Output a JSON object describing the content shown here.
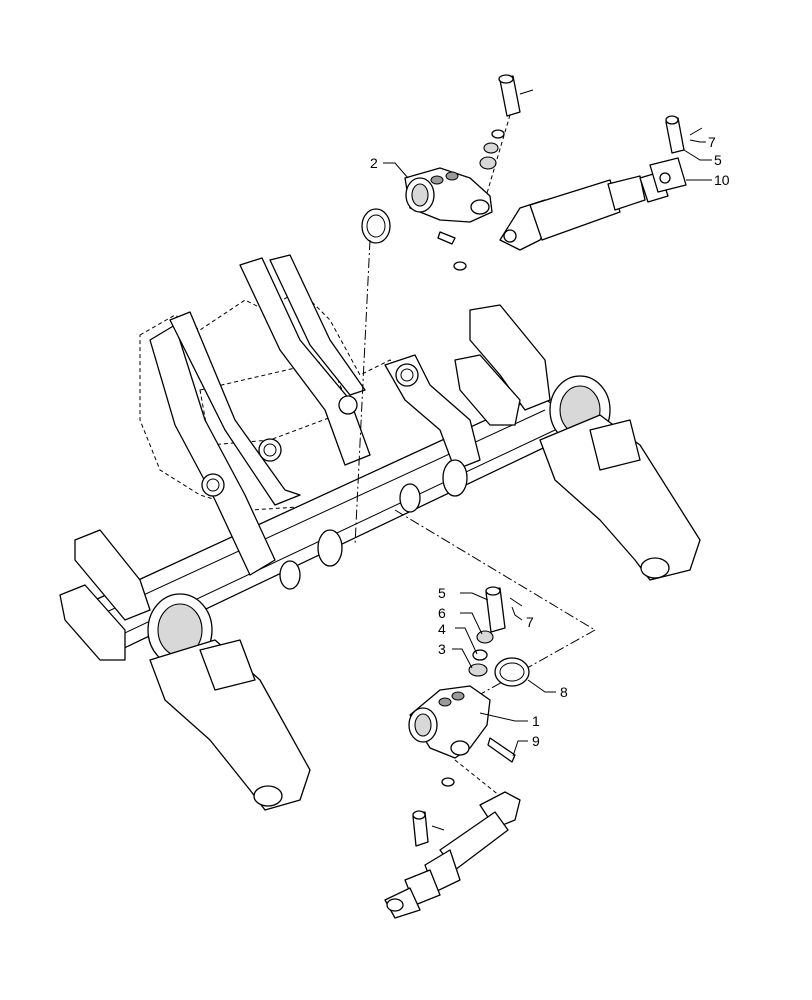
{
  "callouts": [
    {
      "id": "c2",
      "text": "2"
    },
    {
      "id": "c7a",
      "text": "7"
    },
    {
      "id": "c5a",
      "text": "5"
    },
    {
      "id": "c10",
      "text": "10"
    },
    {
      "id": "c5b",
      "text": "5"
    },
    {
      "id": "c6",
      "text": "6"
    },
    {
      "id": "c7b",
      "text": "7"
    },
    {
      "id": "c4",
      "text": "4"
    },
    {
      "id": "c3",
      "text": "3"
    },
    {
      "id": "c8",
      "text": "8"
    },
    {
      "id": "c1",
      "text": "1"
    },
    {
      "id": "c9",
      "text": "9"
    }
  ]
}
